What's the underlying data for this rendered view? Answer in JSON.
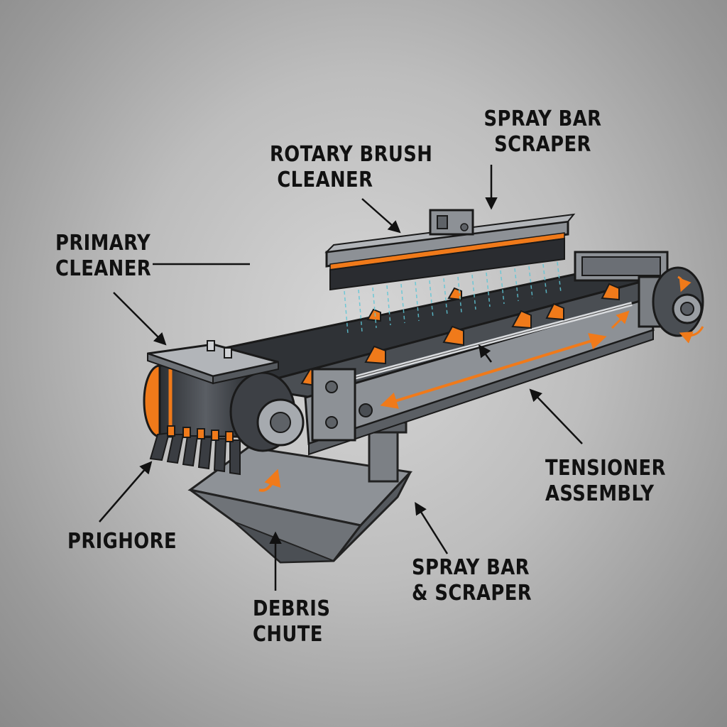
{
  "labels": {
    "spray_bar_scraper_top": {
      "line1": "SPRAY BAR",
      "line2": "SCRAPER"
    },
    "rotary_brush_cleaner": {
      "line1": "ROTARY BRUSH",
      "line2": "CLEANER"
    },
    "primary_cleaner": {
      "line1": "PRIMARY",
      "line2": "CLEANER"
    },
    "tensioner_assembly": {
      "line1": "TENSIONER",
      "line2": "ASSEMBLY"
    },
    "prighore": {
      "line1": "PRIGHORE"
    },
    "spray_bar_and_scraper": {
      "line1": "SPRAY BAR",
      "line2": "& SCRAPER"
    },
    "debris_chute": {
      "line1": "DEBRIS",
      "line2": "CHUTE"
    }
  },
  "colors": {
    "accent": "#f07a1a",
    "steel_dark": "#3a3d42",
    "steel_mid": "#6b6f75",
    "steel_light": "#9a9ea3",
    "spray": "#5fc6d6",
    "ink": "#111111"
  }
}
